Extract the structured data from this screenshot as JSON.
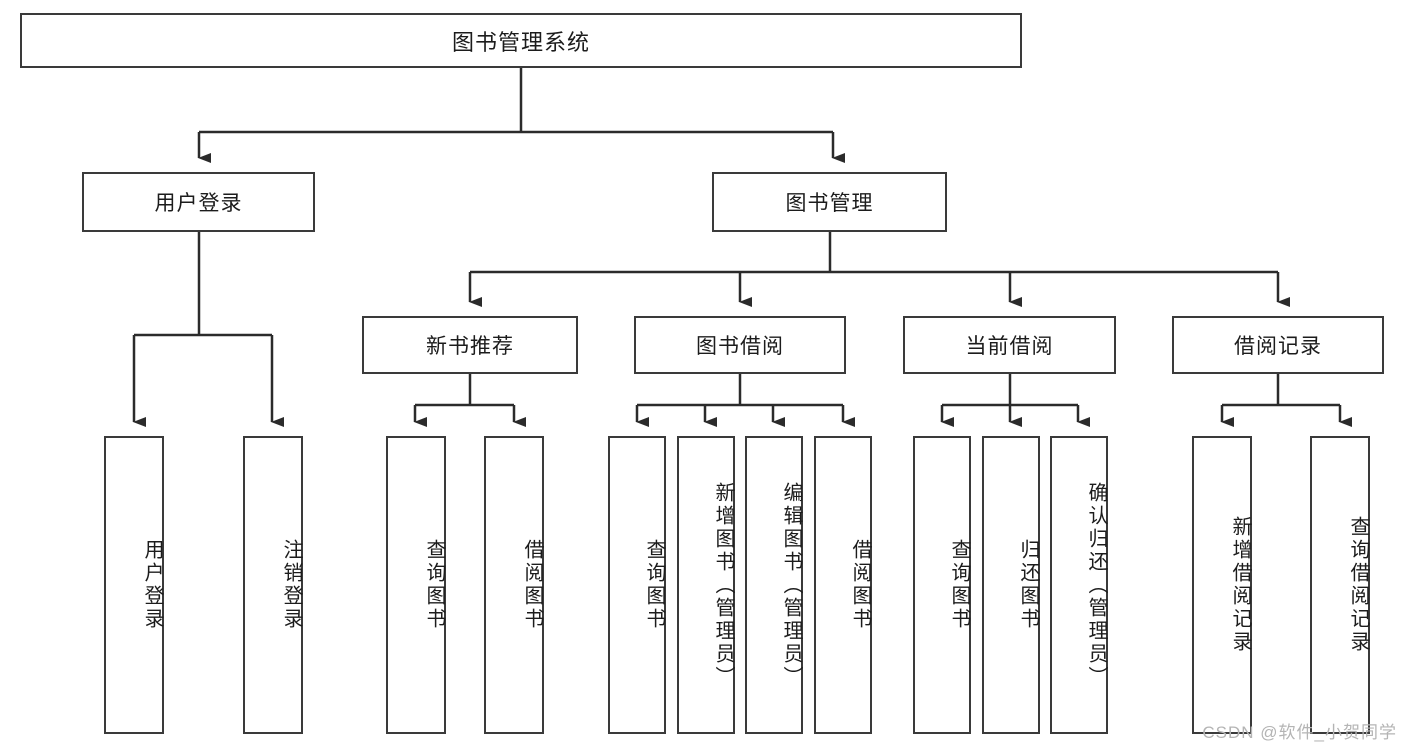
{
  "diagram": {
    "title": "图书管理系统",
    "type": "tree-hierarchy",
    "orientation": "top-down",
    "style": {
      "box_border_color": "#3a3a3a",
      "box_fill_color": "#ffffff",
      "connector_color": "#2b2b2b",
      "background_color": "#ffffff",
      "watermark_color": "#b4b4b4"
    }
  },
  "root": {
    "label": "图书管理系统"
  },
  "level1": [
    {
      "label": "用户登录"
    },
    {
      "label": "图书管理"
    }
  ],
  "level2": [
    {
      "label": "新书推荐"
    },
    {
      "label": "图书借阅"
    },
    {
      "label": "当前借阅"
    },
    {
      "label": "借阅记录"
    }
  ],
  "leaves": {
    "user_login": [
      {
        "label": "用户登录"
      },
      {
        "label": "注销登录"
      }
    ],
    "new_book_recommend": [
      {
        "label": "查询图书"
      },
      {
        "label": "借阅图书"
      }
    ],
    "book_borrow": [
      {
        "label": "查询图书"
      },
      {
        "label": "新增图书（管理员）"
      },
      {
        "label": "编辑图书（管理员）"
      },
      {
        "label": "借阅图书"
      }
    ],
    "current_borrow": [
      {
        "label": "查询图书"
      },
      {
        "label": "归还图书"
      },
      {
        "label": "确认归还（管理员）"
      }
    ],
    "borrow_record": [
      {
        "label": "新增借阅记录"
      },
      {
        "label": "查询借阅记录"
      }
    ]
  },
  "watermark": {
    "text": "CSDN @软件_小贺同学"
  }
}
